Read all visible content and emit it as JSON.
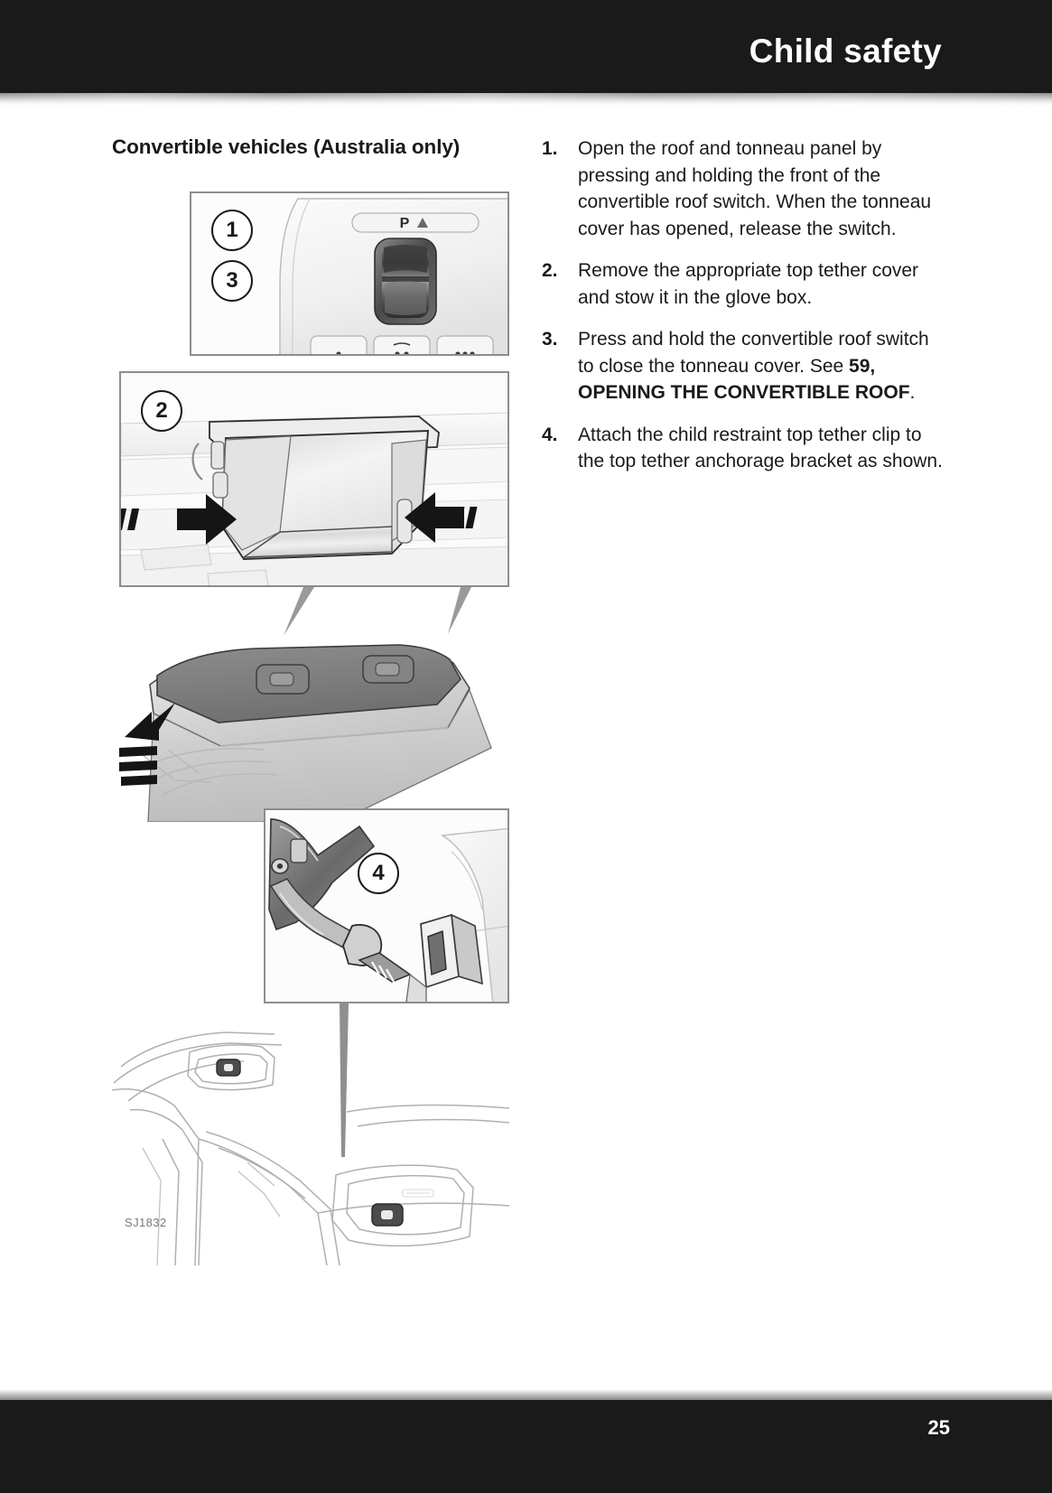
{
  "page": {
    "header_title": "Child safety",
    "page_number": "25",
    "background_color": "#ffffff",
    "bar_color": "#1a1a1a"
  },
  "left_column": {
    "section_heading": "Convertible vehicles (Australia only)",
    "figure": {
      "figure_code": "SJ1832",
      "callouts": [
        {
          "label": "1",
          "description": "convertible roof switch on overhead console"
        },
        {
          "label": "3",
          "description": "press and hold roof switch to close tonneau cover"
        },
        {
          "label": "2",
          "description": "open glove box for stowing top tether cover"
        },
        {
          "label": "4",
          "description": "child restraint top tether clip on anchorage bracket"
        }
      ],
      "panels": [
        {
          "name": "roof-switch-panel",
          "callout_labels": [
            "1",
            "3"
          ],
          "switch_label": "P",
          "description": "Overhead console showing convertible roof rocker switch with park symbol and three buttons below"
        },
        {
          "name": "glove-box-panel",
          "callout_labels": [
            "2"
          ],
          "description": "Open glove box with two black arrows pointing inward"
        },
        {
          "name": "tonneau-cover-illustration",
          "callout_labels": [],
          "description": "Tonneau cover panel with two tether cover recesses and a black arrow"
        },
        {
          "name": "tether-clip-panel",
          "callout_labels": [
            "4"
          ],
          "description": "Close-up of child restraint top tether clip attaching to anchorage bracket"
        },
        {
          "name": "rear-deck-illustration",
          "callout_labels": [],
          "description": "Rear deck of convertible showing two top tether anchorage points"
        }
      ]
    }
  },
  "right_column": {
    "steps": [
      {
        "number": "1.",
        "runs": [
          {
            "text": "Open the roof and tonneau panel by pressing and holding the front of the convertible roof switch. When the tonneau cover has opened, release the switch.",
            "bold": false
          }
        ]
      },
      {
        "number": "2.",
        "runs": [
          {
            "text": "Remove the appropriate top tether cover and stow it in the glove box.",
            "bold": false
          }
        ]
      },
      {
        "number": "3.",
        "runs": [
          {
            "text": "Press and hold the convertible roof switch to close the tonneau cover. See ",
            "bold": false
          },
          {
            "text": "59, OPENING THE CONVERTIBLE ROOF",
            "bold": true
          },
          {
            "text": ".",
            "bold": false
          }
        ]
      },
      {
        "number": "4.",
        "runs": [
          {
            "text": "Attach the child restraint top tether clip to the top tether anchorage bracket as shown.",
            "bold": false
          }
        ]
      }
    ]
  }
}
